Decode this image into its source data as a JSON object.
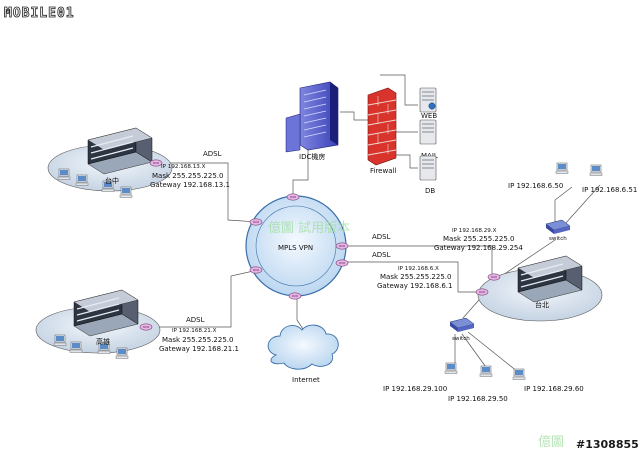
{
  "watermark": {
    "logo_text": "MOBILE01",
    "post_id": "#1308855",
    "trial_center": "億圖 試用版本",
    "trial_corner": "億圖"
  },
  "core": {
    "label": "MPLS VPN"
  },
  "idc": {
    "label": "IDC機房",
    "firewall_label": "Firewall",
    "servers": [
      "WEB",
      "MAIL",
      "DB"
    ]
  },
  "internet": {
    "label": "Internet"
  },
  "sites": {
    "taichung": {
      "name": "台中",
      "link": "ADSL",
      "ip": "IP 192.168.13.X",
      "mask": "Mask 255.255.225.0",
      "gateway": "Gateway 192.168.13.1"
    },
    "kaohsiung": {
      "name": "高雄",
      "link": "ADSL",
      "ip": "IP 192.168.21.X",
      "mask": "Mask 255.255.225.0",
      "gateway": "Gateway 192.168.21.1"
    },
    "taipei": {
      "name": "台北",
      "link_upper": "ADSL",
      "ip_upper": "IP 192.168.29.X",
      "mask_upper": "Mask 255.255.225.0",
      "gateway_upper": "Gateway 192.168.29.254",
      "link_lower": "ADSL",
      "ip_lower": "IP 192.168.6.X",
      "mask_lower": "Mask 255.255.225.0",
      "gateway_lower": "Gateway 192.168.6.1",
      "switch_upper": "switch",
      "switch_lower": "switch",
      "hosts_upper": [
        "IP 192.168.6.50",
        "IP 192.168.6.51"
      ],
      "hosts_lower": [
        "IP 192.168.29.100",
        "IP 192.168.29.50",
        "IP 192.168.29.60"
      ]
    }
  },
  "colors": {
    "cloud_fill": "#cfe4f7",
    "cloud_stroke": "#3a6fa8",
    "site_disk": "#d6e1ee",
    "firewall": "#d8342c",
    "router": "#e8b4e6"
  }
}
